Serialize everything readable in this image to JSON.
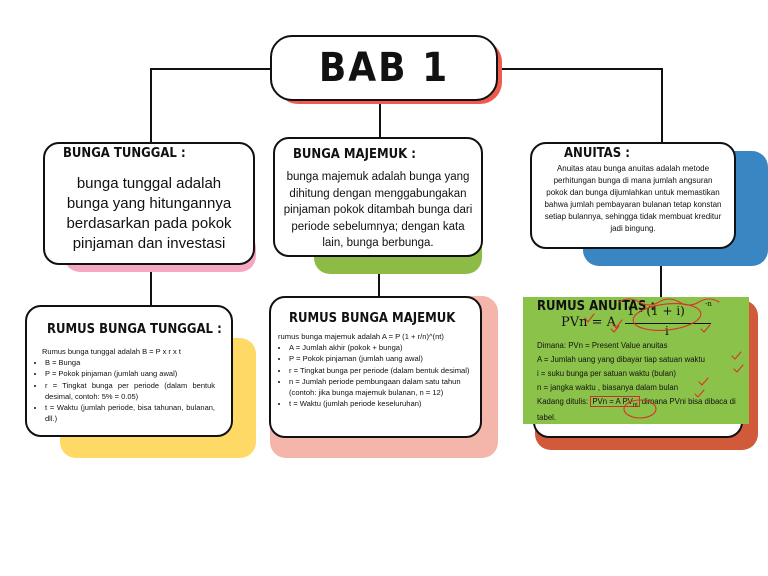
{
  "title": "BAB 1",
  "colors": {
    "title_shadow": "#ef5a4f",
    "pink": "#f6a7c1",
    "olive": "#8dbb46",
    "blue": "#3a86c2",
    "yellow": "#ffd966",
    "salmon": "#f4b6ab",
    "rust": "#d05a3a",
    "green_box": "#8bc34a"
  },
  "tunggal": {
    "heading": "BUNGA TUNGGAL :",
    "body": "bunga tunggal adalah bunga yang hitungannya berdasarkan pada pokok pinjaman dan investasi"
  },
  "majemuk": {
    "heading": "BUNGA MAJEMUK :",
    "body": "bunga majemuk adalah bunga yang dihitung dengan menggabungakan pinjaman pokok ditambah bunga dari periode sebelumnya; dengan kata lain, bunga berbunga."
  },
  "anuitas": {
    "heading": "ANUITAS :",
    "body": "Anuitas atau bunga anuitas adalah metode perhitungan bunga di mana jumlah angsuran pokok dan bunga dijumlahkan untuk memastikan bahwa jumlah pembayaran bulanan tetap konstan setiap bulannya, sehingga tidak membuat kreditur jadi bingung."
  },
  "rumus_tunggal": {
    "heading": "RUMUS BUNGA TUNGGAL :",
    "intro": "Rumus bunga tunggal adalah B = P x r x t",
    "items": [
      "B = Bunga",
      "P = Pokok pinjaman (jumlah uang awal)",
      "r = Tingkat bunga per periode (dalam bentuk desimal, contoh: 5% = 0.05)",
      "t = Waktu (jumlah periode, bisa tahunan, bulanan, dll.)"
    ]
  },
  "rumus_majemuk": {
    "heading": "RUMUS BUNGA MAJEMUK",
    "intro": "rumus bunga majemuk adalah A = P (1 + r/n)^(nt)",
    "items": [
      "A = Jumlah akhir (pokok + bunga)",
      "P = Pokok pinjaman (jumlah uang awal)",
      "r = Tingkat bunga per periode (dalam bentuk desimal)",
      "n = Jumlah periode pembungaan dalam satu tahun (contoh: jika bunga majemuk bulanan, n = 12)",
      "t = Waktu (jumlah periode keseluruhan)"
    ]
  },
  "rumus_anuitas": {
    "heading": "RUMUS ANUITAS :",
    "formula_left": "PVn = A",
    "numerator": "1 - (1 + i)",
    "exponent": "-n",
    "denominator": "i",
    "lines": [
      "Dimana: PVn = Present Value anuitas",
      "A  = Jumlah uang yang dibayar tiap satuan waktu",
      "i = suku bunga per satuan waktu (bulan)",
      "n = jangka waktu , biasanya dalam bulan"
    ],
    "note_pre": "Kadang ditulis: ",
    "note_formula": "PVn = A PV",
    "note_sub": "ni",
    "note_post": " dimana PVni bisa dibaca di tabel."
  }
}
